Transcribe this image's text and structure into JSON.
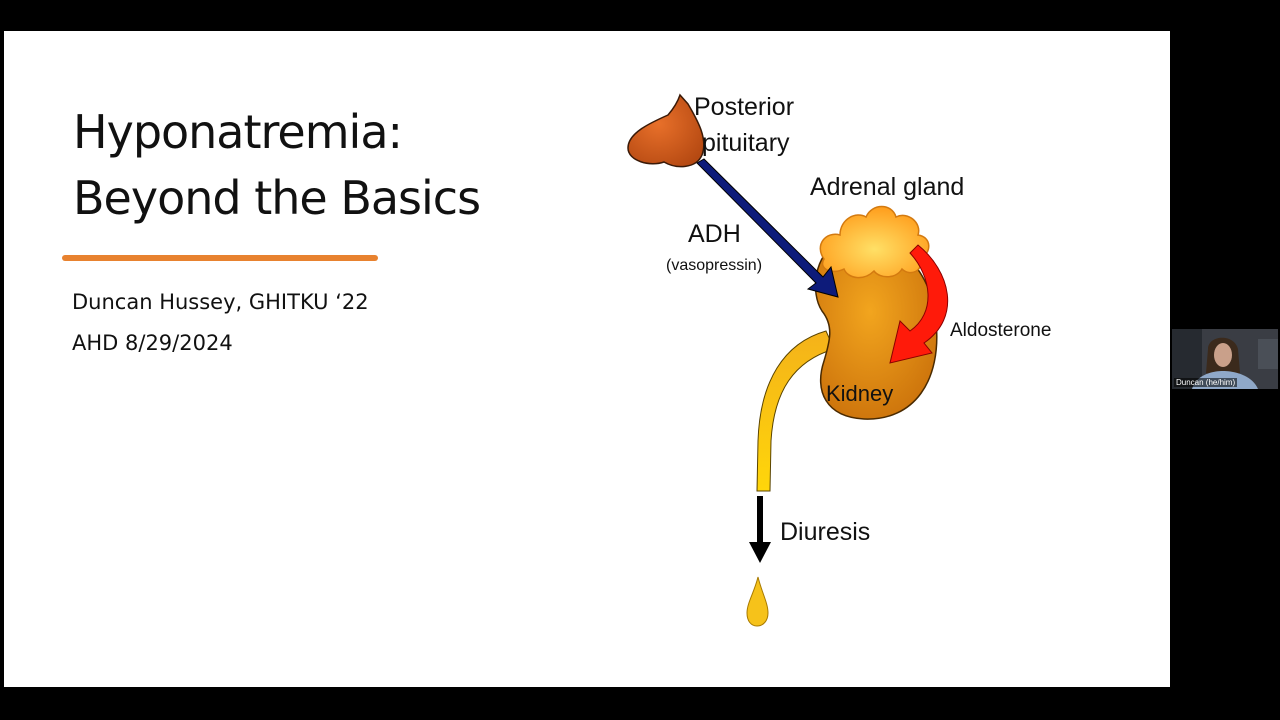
{
  "slide": {
    "title_line1": "Hyponatremia:",
    "title_line2": "Beyond the Basics",
    "author": "Duncan Hussey, GHITKU ‘22",
    "date_line": "AHD 8/29/2024",
    "accent_color": "#e8822f"
  },
  "diagram": {
    "posterior_line1": "Posterior",
    "posterior_line2": "pituitary",
    "adrenal": "Adrenal gland",
    "adh": "ADH",
    "vasopressin": "(vasopressin)",
    "aldosterone": "Aldosterone",
    "kidney": "Kidney",
    "diuresis": "Diuresis",
    "colors": {
      "adh_arrow": "#0d1b7a",
      "aldosterone_arrow": "#ff1a0a",
      "kidney": "#e08a12",
      "adrenal": "#ffb020",
      "urine": "#f6c21a"
    }
  },
  "participant": {
    "name": "Duncan (he/him)"
  }
}
